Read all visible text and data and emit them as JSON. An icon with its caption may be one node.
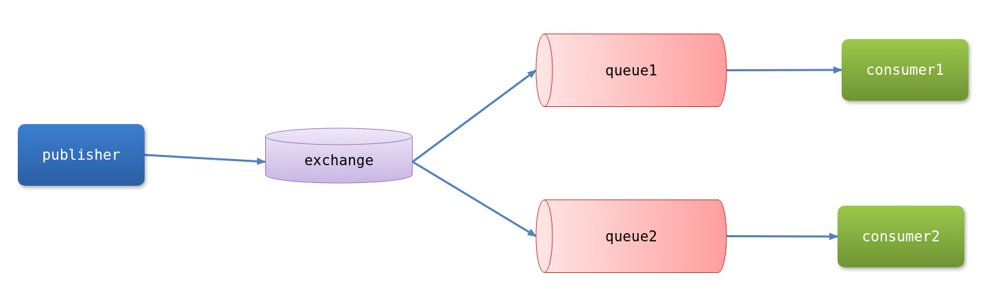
{
  "diagram": {
    "nodes": [
      {
        "text": [
          "publisher"
        ]
      },
      {
        "text": [
          "exchange"
        ]
      },
      {
        "text": [
          "queue1"
        ]
      },
      {
        "text": [
          "queue2"
        ]
      },
      {
        "text": [
          "consumer1"
        ]
      },
      {
        "text": [
          "consumer2"
        ]
      }
    ],
    "edges": [
      {
        "from": 0,
        "to": 1,
        "arrow": "to"
      },
      {
        "from": 1,
        "to": 2,
        "arrow": "to"
      },
      {
        "from": 1,
        "to": 3,
        "arrow": "to"
      },
      {
        "from": 2,
        "to": 4,
        "arrow": "to"
      },
      {
        "from": 3,
        "to": 5,
        "arrow": "to"
      }
    ]
  }
}
